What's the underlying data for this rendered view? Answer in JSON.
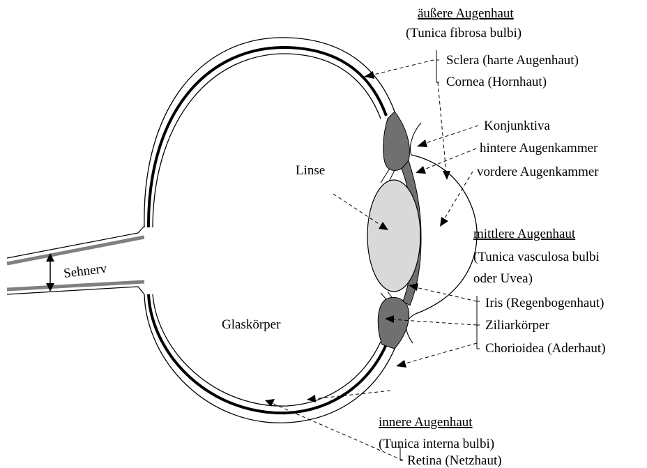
{
  "colors": {
    "line": "#000000",
    "tissue_dark": "#707070",
    "lens": "#d9d9d9",
    "nerve_sheath": "#808080"
  },
  "labels": {
    "aussere_augenhaut": "äußere Augenhaut",
    "tunica_fibrosa": "(Tunica fibrosa bulbi)",
    "sclera": "Sclera (harte Augenhaut)",
    "cornea": "Cornea (Hornhaut)",
    "konjunktiva": "Konjunktiva",
    "hintere_augenkammer": "hintere Augenkammer",
    "vordere_augenkammer": "vordere Augenkammer",
    "linse": "Linse",
    "mittlere_augenhaut": "mittlere Augenhaut",
    "tunica_vasculosa_1": "(Tunica vasculosa bulbi",
    "tunica_vasculosa_2": "oder Uvea)",
    "sehnerv": "Sehnerv",
    "iris": "Iris (Regenbogenhaut)",
    "ziliarkoerper": "Ziliarkörper",
    "chorioidea": "Chorioidea (Aderhaut)",
    "glaskoerper": "Glaskörper",
    "innere_augenhaut": "innere Augenhaut",
    "tunica_interna": "(Tunica interna bulbi)",
    "retina": "Retina (Netzhaut)"
  }
}
